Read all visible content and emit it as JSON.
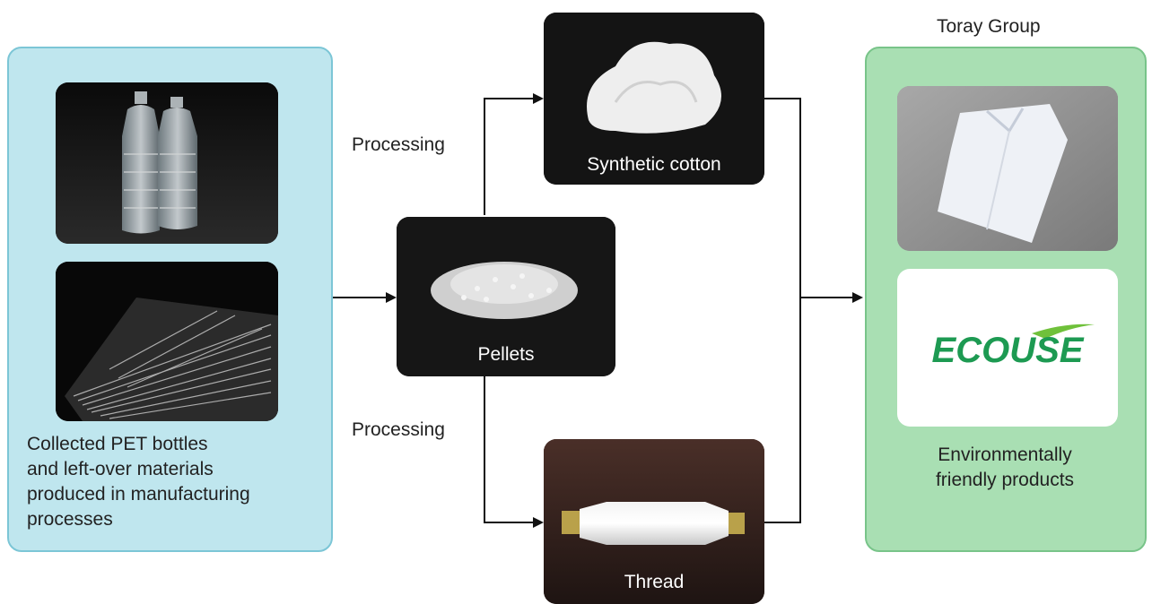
{
  "left_caption_lines": [
    "Collected PET bottles",
    "and left-over materials",
    "produced in manufacturing",
    "processes"
  ],
  "pellets_label": "Pellets",
  "cotton_label": "Synthetic cotton",
  "thread_label": "Thread",
  "processing_top": "Processing",
  "processing_bottom": "Processing",
  "toray_group": "Toray Group",
  "ecouse_logo": "ECOUSE",
  "right_caption_lines": [
    "Environmentally",
    "friendly products"
  ],
  "colors": {
    "left_panel": "#bfe6ee",
    "right_panel": "#a9dfb3",
    "logo_green": "#1d9a52"
  }
}
